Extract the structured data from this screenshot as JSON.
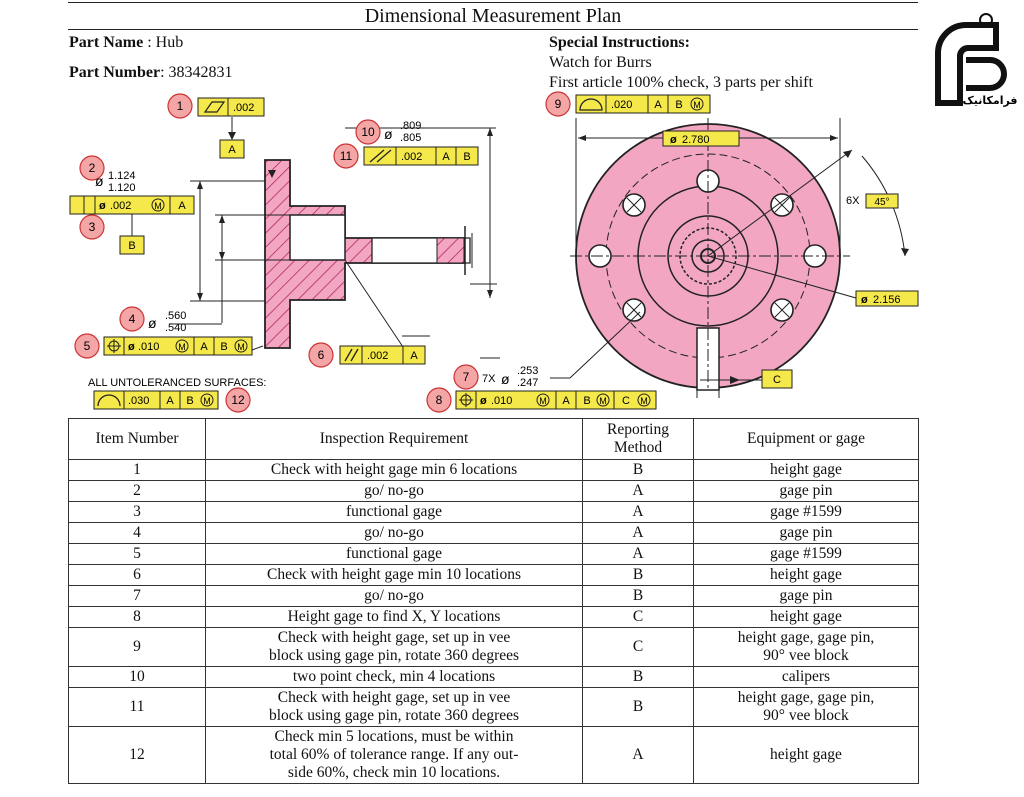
{
  "title": "Dimensional Measurement Plan",
  "part_name_label": "Part Name",
  "part_name_value": "Hub",
  "part_number_label": "Part Number",
  "part_number_value": "38342831",
  "special_instructions_label": "Special Instructions:",
  "special_instructions": [
    "Watch for Burrs",
    "First article 100% check, 3 parts per shift"
  ],
  "logo_text": "فرامکانیک",
  "colors": {
    "balloon": "#f4a6a6",
    "frame_fill": "#f5e84a",
    "part_fill": "#f2a6c2"
  },
  "callouts": {
    "b1": "1",
    "b2": "2",
    "b3": "3",
    "b4": "4",
    "b5": "5",
    "b6": "6",
    "b7": "7",
    "b8": "8",
    "b9": "9",
    "b10": "10",
    "b11": "11",
    "b12": "12",
    "fc1_val": ".002",
    "datum_a": "A",
    "datum_b": "B",
    "dia2_upper": "1.124",
    "dia2_lower": "1.120",
    "fc3_val": ".002",
    "fc3_m": "M",
    "fc3_ref": "A",
    "dia4_upper": ".560",
    "dia4_lower": ".540",
    "fc5_val": ".010",
    "fc5_m": "M",
    "fc5_a": "A",
    "fc5_b": "B",
    "fc5_bm": "M",
    "fc6_val": ".002",
    "fc6_ref": "A",
    "dia7_prefix": "7X",
    "dia7_upper": ".253",
    "dia7_lower": ".247",
    "fc8_val": ".010",
    "fc8_m": "M",
    "fc8_a": "A",
    "fc8_b": "B",
    "fc8_bm": "M",
    "fc8_c": "C",
    "fc8_cm": "M",
    "fc9_val": ".020",
    "fc9_a": "A",
    "fc9_b": "B",
    "fc9_bm": "M",
    "dia10_upper": ".809",
    "dia10_lower": ".805",
    "fc11_val": ".002",
    "fc11_a": "A",
    "fc11_b": "B",
    "dia_2780": "2.780",
    "dia_2156": "2.156",
    "angle_prefix": "6X",
    "angle_val": "45°",
    "datum_c": "C",
    "untoleranced_label": "ALL UNTOLERANCED SURFACES:",
    "fc12_val": ".030",
    "fc12_a": "A",
    "fc12_b": "B",
    "fc12_bm": "M"
  },
  "table": {
    "headers": [
      "Item Number",
      "Inspection Requirement",
      "Reporting Method",
      "Equipment or gage"
    ],
    "rows": [
      {
        "item": "1",
        "req": [
          "Check with height gage min 6 locations"
        ],
        "method": "B",
        "equip": [
          "height gage"
        ]
      },
      {
        "item": "2",
        "req": [
          "go/ no-go"
        ],
        "method": "A",
        "equip": [
          "gage pin"
        ]
      },
      {
        "item": "3",
        "req": [
          "functional gage"
        ],
        "method": "A",
        "equip": [
          "gage #1599"
        ]
      },
      {
        "item": "4",
        "req": [
          "go/ no-go"
        ],
        "method": "A",
        "equip": [
          "gage pin"
        ]
      },
      {
        "item": "5",
        "req": [
          "functional gage"
        ],
        "method": "A",
        "equip": [
          "gage #1599"
        ]
      },
      {
        "item": "6",
        "req": [
          "Check with height gage min 10 locations"
        ],
        "method": "B",
        "equip": [
          "height gage"
        ]
      },
      {
        "item": "7",
        "req": [
          "go/ no-go"
        ],
        "method": "B",
        "equip": [
          "gage pin"
        ]
      },
      {
        "item": "8",
        "req": [
          "Height gage to find X, Y locations"
        ],
        "method": "C",
        "equip": [
          "height gage"
        ]
      },
      {
        "item": "9",
        "req": [
          "Check with height gage, set up in vee",
          "block using gage pin, rotate 360 degrees"
        ],
        "method": "C",
        "equip": [
          "height gage, gage pin,",
          "90° vee block"
        ]
      },
      {
        "item": "10",
        "req": [
          "two point check, min 4 locations"
        ],
        "method": "B",
        "equip": [
          "calipers"
        ]
      },
      {
        "item": "11",
        "req": [
          "Check with height gage, set up in vee",
          "block using gage pin, rotate 360 degrees"
        ],
        "method": "B",
        "equip": [
          "height gage, gage pin,",
          "90° vee block"
        ]
      },
      {
        "item": "12",
        "req": [
          "Check min 5 locations, must be within",
          "total 60% of tolerance range. If any out-",
          "side 60%, check min 10 locations."
        ],
        "method": "A",
        "equip": [
          "height gage"
        ]
      }
    ]
  }
}
